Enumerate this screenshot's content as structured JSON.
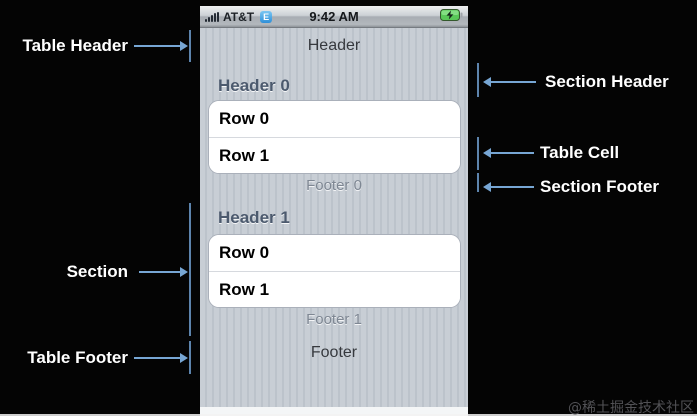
{
  "phone": {
    "status_bar": {
      "carrier": "AT&T",
      "network_badge": "E",
      "time": "9:42 AM"
    },
    "table": {
      "header": "Header",
      "sections": [
        {
          "header": "Header 0",
          "rows": [
            "Row 0",
            "Row 1"
          ],
          "footer": "Footer 0"
        },
        {
          "header": "Header 1",
          "rows": [
            "Row 0",
            "Row 1"
          ],
          "footer": "Footer 1"
        }
      ],
      "footer": "Footer"
    }
  },
  "annotations": {
    "table_header": "Table Header",
    "section": "Section",
    "table_footer": "Table Footer",
    "section_header": "Section Header",
    "table_cell": "Table Cell",
    "section_footer": "Section Footer"
  },
  "watermark": "@稀土掘金技术社区",
  "colors": {
    "arrow": "#77a6d4",
    "tick": "#5d84ad",
    "pinstripe_background": "#c5ccd4",
    "section_header_text": "#4c5a6e",
    "section_footer_text": "#7e8793",
    "edge_badge_blue": "#2e8fd8",
    "battery_green": "#58c858"
  }
}
